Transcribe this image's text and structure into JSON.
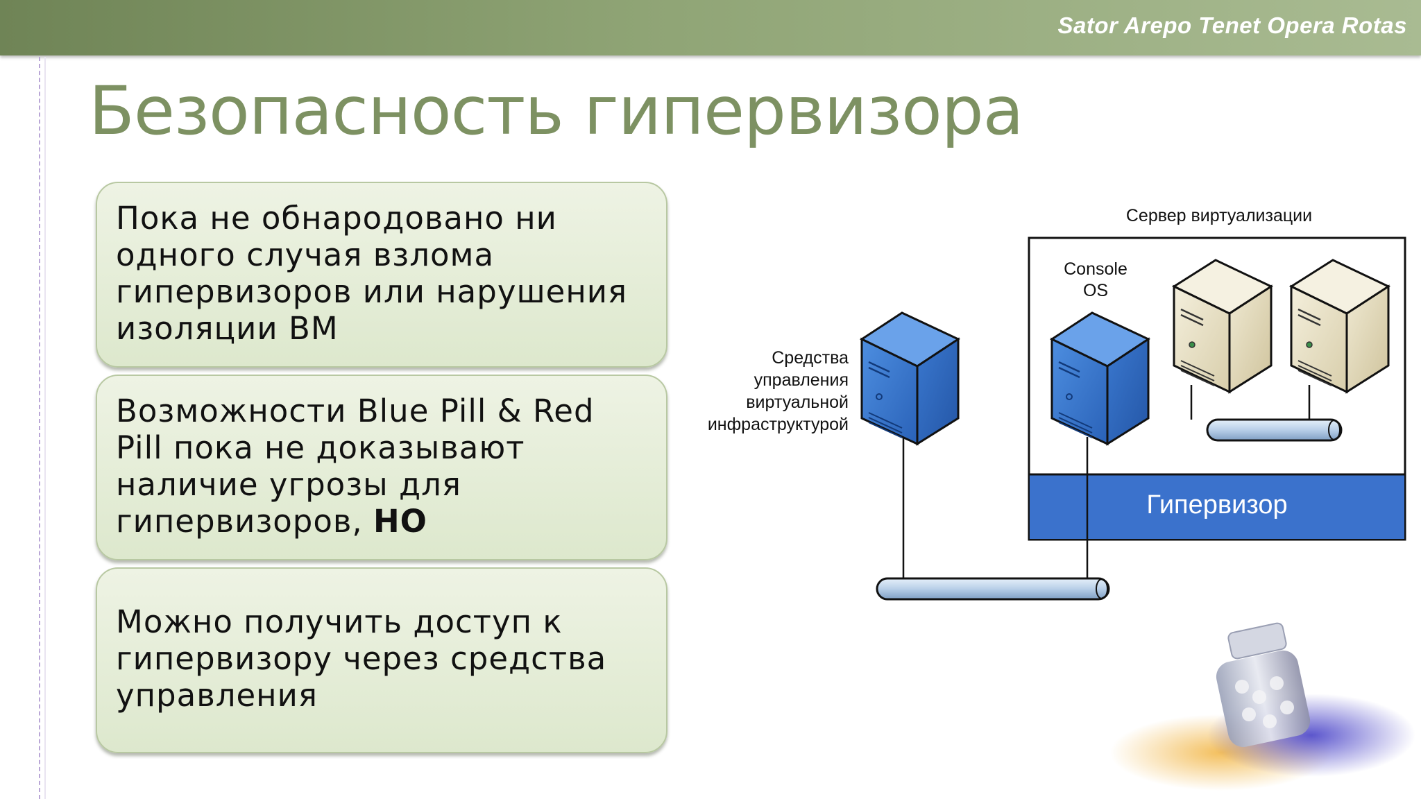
{
  "header": {
    "motto": "Sator Arepo Tenet Opera Rotas"
  },
  "slide": {
    "title": "Безопасность гипервизора",
    "boxes": [
      {
        "lines": [
          "Пока не обнародовано ни",
          "одного случая взлома",
          "гипервизоров или нарушения",
          "изоляции ВМ"
        ]
      },
      {
        "lines": [
          "Возможности Blue Pill & Red",
          "Pill пока не доказывают",
          "наличие угрозы для",
          "гипервизоров, "
        ],
        "emphasis": "НО"
      },
      {
        "lines": [
          "Можно получить доступ к",
          "гипервизору через средства",
          "управления"
        ]
      }
    ]
  },
  "diagram": {
    "server_label": "Сервер виртуализации",
    "console_label_1": "Console",
    "console_label_2": "OS",
    "mgmt_label_1": "Средства",
    "mgmt_label_2": "управления",
    "mgmt_label_3": "виртуальной",
    "mgmt_label_4": "инфраструктурой",
    "hypervisor_label": "Гипервизор",
    "colors": {
      "blue_server": "#3f7fd6",
      "hypervisor_bar": "#3b72cc",
      "beige_server": "#e9e2c7",
      "bus": "#bcd3ea"
    }
  }
}
